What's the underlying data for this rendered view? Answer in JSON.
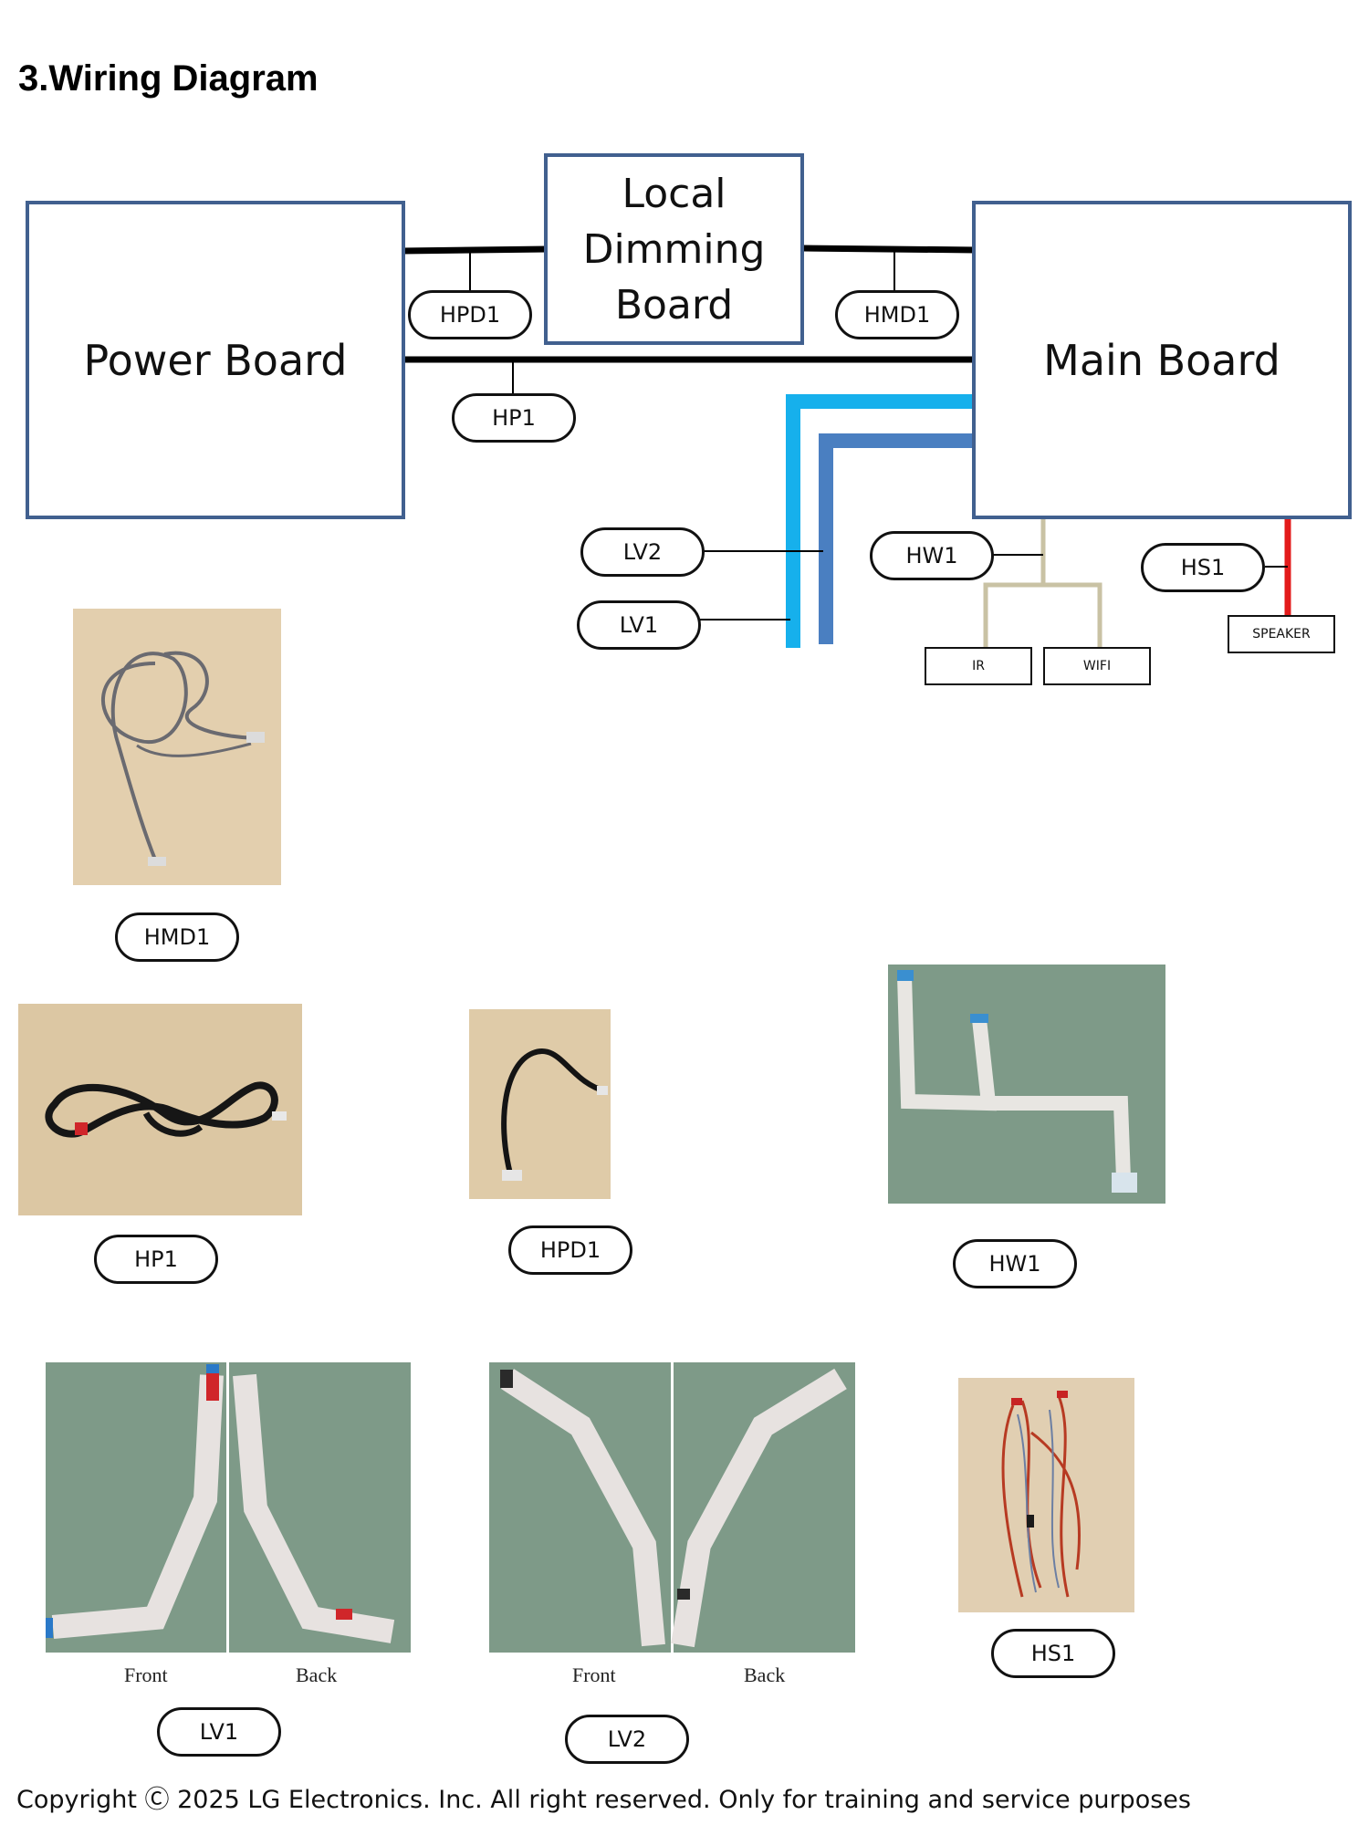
{
  "title": "3.Wiring Diagram",
  "boards": {
    "power": "Power Board",
    "local_dimming": [
      "Local",
      "Dimming",
      "Board"
    ],
    "main": "Main Board"
  },
  "connectors": {
    "hpd1": "HPD1",
    "hmd1": "HMD1",
    "hp1": "HP1",
    "lv2": "LV2",
    "lv1": "LV1",
    "hw1": "HW1",
    "hs1": "HS1"
  },
  "peripherals": {
    "ir": "IR",
    "wifi": "WIFI",
    "speaker": "SPEAKER"
  },
  "photos": {
    "hmd1": "HMD1",
    "hp1": "HP1",
    "hpd1": "HPD1",
    "hw1": "HW1",
    "lv1": "LV1",
    "lv2": "LV2",
    "hs1": "HS1",
    "front": "Front",
    "back": "Back"
  },
  "colors": {
    "board_border": "#41608f",
    "lv1_cable": "#16b0ec",
    "lv2_cable": "#4a7fc1",
    "hw1_cable": "#c9c2a4",
    "speaker_cable": "#e31b1b",
    "wood": "#e3cfae",
    "green_mat": "#7e9a88"
  },
  "copyright": "Copyright Ⓒ 2025 LG Electronics. Inc. All right reserved. Only for training and service purposes"
}
